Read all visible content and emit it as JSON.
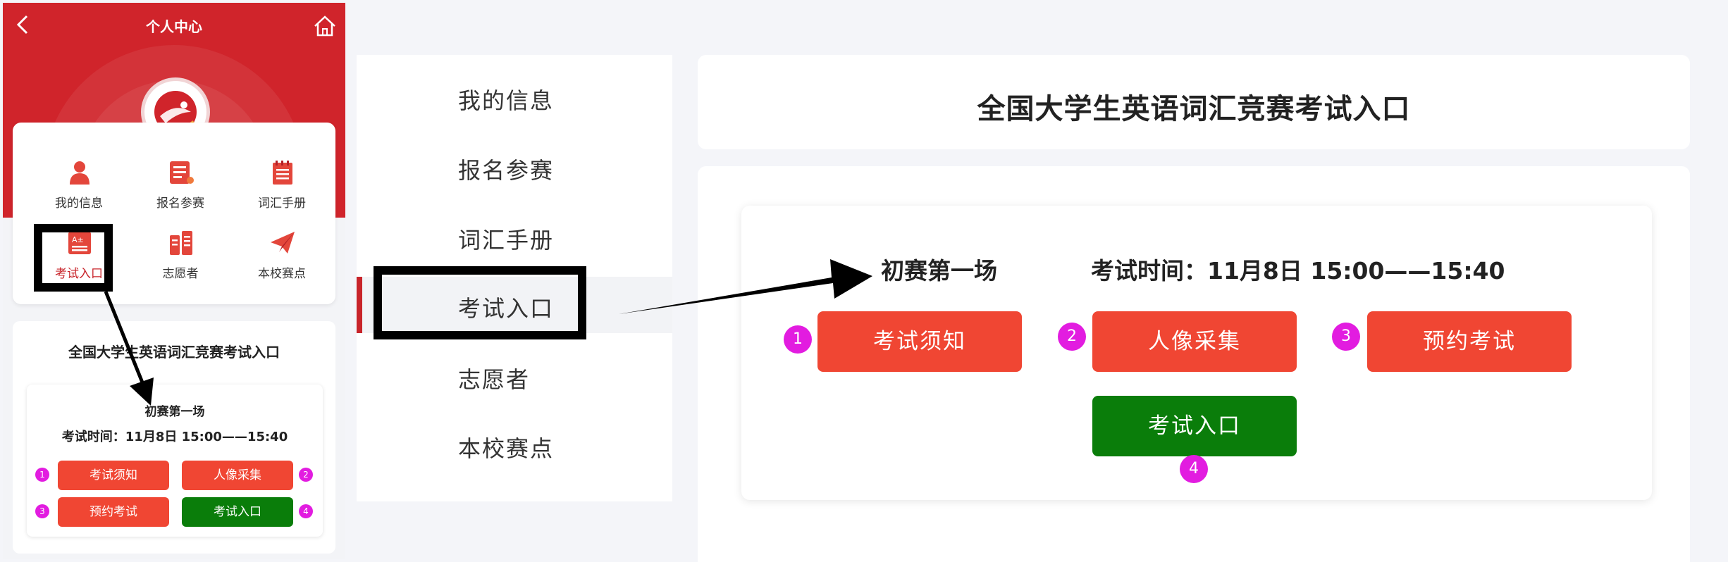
{
  "mobile": {
    "header": {
      "title": "个人中心"
    },
    "menu": [
      {
        "label": "我的信息"
      },
      {
        "label": "报名参赛"
      },
      {
        "label": "词汇手册"
      },
      {
        "label": "考试入口"
      },
      {
        "label": "志愿者"
      },
      {
        "label": "本校赛点"
      }
    ],
    "content": {
      "title": "全国大学生英语词汇竞赛考试入口",
      "round": "初赛第一场",
      "time": "考试时间：11月8日 15:00——15:40",
      "buttons": [
        {
          "label": "考试须知",
          "num": "1"
        },
        {
          "label": "人像采集",
          "num": "2"
        },
        {
          "label": "预约考试",
          "num": "3"
        },
        {
          "label": "考试入口",
          "num": "4"
        }
      ]
    }
  },
  "sidebar": {
    "items": [
      {
        "label": "我的信息"
      },
      {
        "label": "报名参赛"
      },
      {
        "label": "词汇手册"
      },
      {
        "label": "考试入口"
      },
      {
        "label": "志愿者"
      },
      {
        "label": "本校赛点"
      }
    ]
  },
  "main": {
    "title": "全国大学生英语词汇竞赛考试入口",
    "round": "初赛第一场",
    "time": "考试时间：11月8日 15:00——15:40",
    "buttons": [
      {
        "label": "考试须知",
        "num": "1"
      },
      {
        "label": "人像采集",
        "num": "2"
      },
      {
        "label": "预约考试",
        "num": "3"
      },
      {
        "label": "考试入口",
        "num": "4"
      }
    ]
  },
  "colors": {
    "brand_red": "#d0242b",
    "button_red": "#f04633",
    "button_green": "#0a7d0a",
    "badge_magenta": "#e21ce0"
  }
}
